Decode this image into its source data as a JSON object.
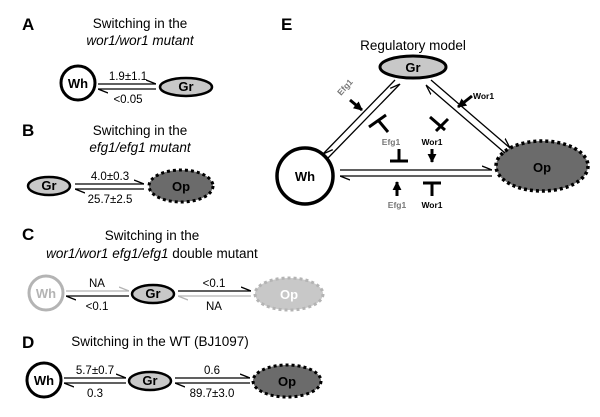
{
  "colors": {
    "white_fill": "#ffffff",
    "gray_fill": "#c8c8c8",
    "opaque_fill": "#6b6b6b",
    "faded": "#b4b4b4",
    "efg1_text": "#777777",
    "black": "#000000"
  },
  "panels": {
    "A": {
      "letter": "A",
      "title1": "Switching in the",
      "title2": "wor1/wor1 mutant",
      "node1": "Wh",
      "node2": "Gr",
      "rate_forward": "1.9±1.1",
      "rate_reverse": "<0.05"
    },
    "B": {
      "letter": "B",
      "title1": "Switching in the",
      "title2": "efg1/efg1 mutant",
      "node1": "Gr",
      "node2": "Op",
      "rate_forward": "4.0±0.3",
      "rate_reverse": "25.7±2.5"
    },
    "C": {
      "letter": "C",
      "title1": "Switching in the",
      "title2_italic": "wor1/wor1 efg1/efg1",
      "title2_rest": " double mutant",
      "node1": "Wh",
      "node2": "Gr",
      "node3": "Op",
      "rate1_forward": "NA",
      "rate1_reverse": "<0.1",
      "rate2_forward": "<0.1",
      "rate2_reverse": "NA"
    },
    "D": {
      "letter": "D",
      "title": "Switching in the WT (BJ1097)",
      "node1": "Wh",
      "node2": "Gr",
      "node3": "Op",
      "rate1_forward": "5.7±0.7",
      "rate1_reverse": "0.3",
      "rate2_forward": "0.6",
      "rate2_reverse": "89.7±3.0"
    },
    "E": {
      "letter": "E",
      "title": "Regulatory model",
      "node_gr": "Gr",
      "node_wh": "Wh",
      "node_op": "Op",
      "efg1_upper_left": "Efg1",
      "efg1_mid": "Efg1",
      "efg1_bottom": "Efg1",
      "wor1_upper_right": "Wor1",
      "wor1_mid": "Wor1",
      "wor1_bottom": "Wor1"
    }
  }
}
